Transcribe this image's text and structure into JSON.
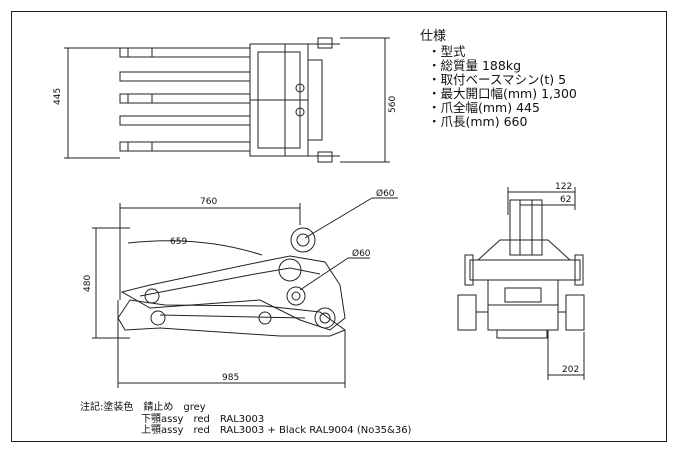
{
  "spec": {
    "title": "仕様",
    "items": [
      "・型式",
      "・総質量 188kg",
      "・取付ベースマシン(t) 5",
      "・最大開口幅(mm) 1,300",
      "・爪全幅(mm) 445",
      "・爪長(mm) 660"
    ]
  },
  "dims": {
    "top_width": "445",
    "top_length": "560",
    "side_760": "760",
    "side_659": "659",
    "side_480": "480",
    "side_985": "985",
    "dia_upper": "Ø60",
    "dia_lower": "Ø60",
    "end_122": "122",
    "end_62": "62",
    "end_202": "202"
  },
  "notes": {
    "line1": "注記:塗装色　錆止め　grey",
    "line2": "下顎assy　red　RAL3003",
    "line3": "上顎assy　red　RAL3003 + Black RAL9004 (No35&36)"
  }
}
